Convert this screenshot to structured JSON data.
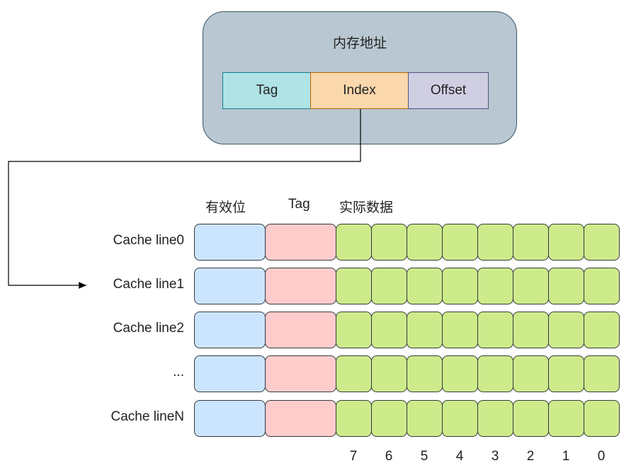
{
  "address": {
    "title": "内存地址",
    "fields": [
      "Tag",
      "Index",
      "Offset"
    ]
  },
  "headers": [
    "有效位",
    "Tag",
    "实际数据"
  ],
  "rows": [
    "Cache line0",
    "Cache line1",
    "Cache line2",
    "...",
    "Cache lineN"
  ],
  "bits": [
    "7",
    "6",
    "5",
    "4",
    "3",
    "2",
    "1",
    "0"
  ],
  "colors": {
    "valid": "#cce5ff",
    "tag": "#ffcccc",
    "data": "#cdeb8b",
    "field_tag": "#b0e3e6",
    "field_index": "#fad7ac",
    "field_offset": "#d0cee2",
    "address_box": "#b8c7d1"
  }
}
